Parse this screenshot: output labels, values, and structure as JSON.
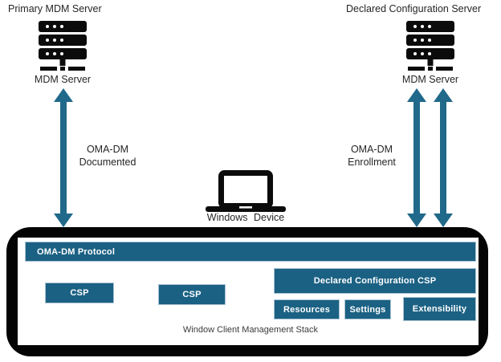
{
  "servers": {
    "primary": {
      "title": "Primary MDM Server",
      "caption": "MDM Server"
    },
    "declared": {
      "title": "Declared Configuration Server",
      "caption": "MDM Server"
    }
  },
  "links": {
    "documented": {
      "line1": "OMA-DM",
      "line2": "Documented"
    },
    "enrollment": {
      "line1": "OMA-DM",
      "line2": "Enrollment"
    }
  },
  "device": {
    "label": "Windows Device"
  },
  "stack": {
    "protocol": "OMA-DM Protocol",
    "csp_boxes": [
      "CSP",
      "CSP"
    ],
    "declared_csp": "Declared Configuration CSP",
    "sub_boxes": [
      "Resources",
      "Settings",
      "Extensibility"
    ],
    "caption": "Window Client Management Stack"
  },
  "icons": [
    "server-icon",
    "server-icon",
    "laptop-icon",
    "double-arrow-icon"
  ],
  "colors": {
    "box_teal": "#1b6183",
    "arrow_teal": "#20698a",
    "container_black": "#040404",
    "box_border": "#a9c3d3",
    "text": "#262626"
  }
}
